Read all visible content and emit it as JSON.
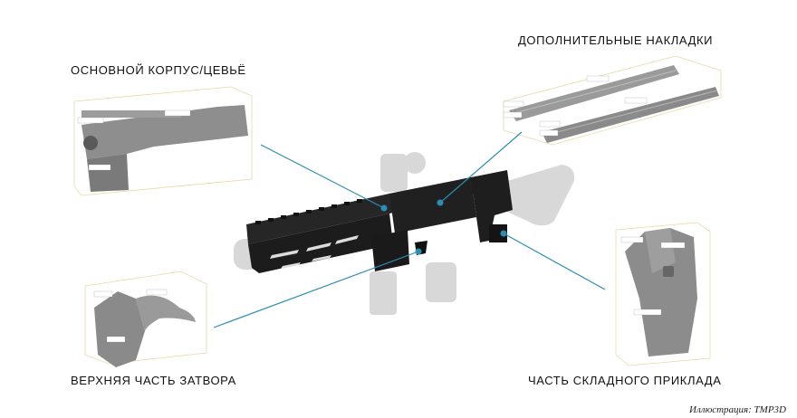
{
  "labels": {
    "main_body": "ОСНОВНОЙ КОРПУС/ЦЕВЬЁ",
    "extra_pads": "ДОПОЛНИТЕЛЬНЫЕ  НАКЛАДКИ",
    "bolt_top": "ВЕРХНЯЯ ЧАСТЬ ЗАТВОРА",
    "stock_part": "ЧАСТЬ СКЛАДНОГО ПРИКЛАДА"
  },
  "credit": "Иллюстрация: TMP3D",
  "colors": {
    "leader_line": "#2b8fb3",
    "part_gray": "#8e8e8e",
    "assembly_black": "#1c1c1c",
    "ghost_gray": "#d6d6d6",
    "bbox_line": "#e6d9a6"
  }
}
